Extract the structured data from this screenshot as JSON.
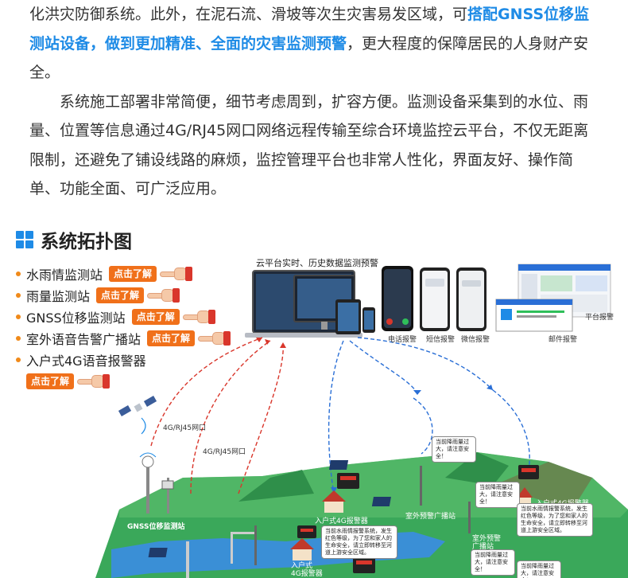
{
  "article": {
    "p1_a": "化洪灾防御系统。此外，在泥石流、滑坡等次生灾害易发区域，可",
    "p1_hl": "搭配GNSS位移监测站设备，做到更加精准、全面的灾害监测预警",
    "p1_b": "，更大程度的保障居民的人身财产安全。",
    "p2": "系统施工部署非常简便，细节考虑周到，扩容方便。监测设备采集到的水位、雨量、位置等信息通过4G/RJ45网口网络远程传输至综合环境监控云平台，不仅无距离限制，还避免了铺设线路的麻烦，监控管理平台也非常人性化，界面友好、操作简单、功能全面、可广泛应用。"
  },
  "section": {
    "title": "系统拓扑图"
  },
  "stations": [
    {
      "name": "水雨情监测站",
      "button": "点击了解"
    },
    {
      "name": "雨量监测站",
      "button": "点击了解"
    },
    {
      "name": "GNSS位移监测站",
      "button": "点击了解"
    },
    {
      "name": "室外语音告警广播站",
      "button": "点击了解"
    },
    {
      "name": "入户式4G语音报警器",
      "button": "点击了解"
    }
  ],
  "topology": {
    "cloud_title": "云平台实时、历史数据监测预警",
    "alerts": [
      "电话报警",
      "短信报警",
      "微信报警",
      "邮件报警",
      "平台报警"
    ],
    "links": [
      "4G/RJ45网口",
      "4G/RJ45网口"
    ],
    "nodes": {
      "gnss": "GNSS位移监测站",
      "home_alarm_1": "入户式4G报警器",
      "home_alarm_2": "入户式4G报警器",
      "home_alarm_3": "入户式\n4G报警器",
      "broadcast_1": "室外预警广播站",
      "broadcast_2": "室外预警\n广播站"
    },
    "bubbles": {
      "b1": "当前降雨量过大，请注意安全！",
      "b2": "当前降雨量过大，请注意安全！",
      "b3": "当前水雨情报警系统，发生红色等级，为了您和家人的生命安全，请立即转移至河道上游安全区域。",
      "b4": "当前水雨情报警系统，发生红色等级，为了您和家人的生命安全，请立即转移至河道上游安全区域。",
      "b5": "当前降雨量过大，请注意安全！",
      "b6": "当前降雨量过大，请注意安全！"
    },
    "colors": {
      "red_link": "#d9362b",
      "blue_link": "#2a6fd6",
      "terrain": "#3aa85a",
      "river": "#3a8fd6"
    }
  }
}
